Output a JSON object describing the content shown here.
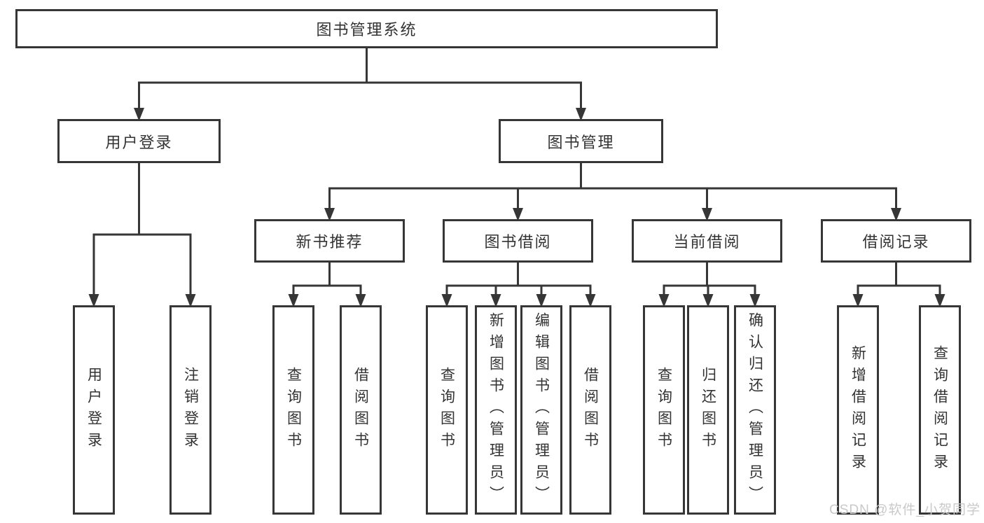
{
  "diagram": {
    "type": "hierarchy-tree",
    "title": "图书管理系统",
    "watermark": "CSDN @软件_小贺同学",
    "colors": {
      "line": "#363636",
      "box_border": "#363636",
      "text": "#333333",
      "background": "#ffffff",
      "watermark": "#c9c9c9"
    }
  },
  "nodes": [
    {
      "id": "root",
      "label": "图书管理系统",
      "parent": null,
      "orientation": "horizontal"
    },
    {
      "id": "user-login",
      "label": "用户登录",
      "parent": "root",
      "orientation": "horizontal"
    },
    {
      "id": "book-mgmt",
      "label": "图书管理",
      "parent": "root",
      "orientation": "horizontal"
    },
    {
      "id": "login",
      "label": "用户登录",
      "parent": "user-login",
      "orientation": "vertical"
    },
    {
      "id": "logout",
      "label": "注销登录",
      "parent": "user-login",
      "orientation": "vertical"
    },
    {
      "id": "new-book-rec",
      "label": "新书推荐",
      "parent": "book-mgmt",
      "orientation": "horizontal"
    },
    {
      "id": "book-borrow",
      "label": "图书借阅",
      "parent": "book-mgmt",
      "orientation": "horizontal"
    },
    {
      "id": "current-borrow",
      "label": "当前借阅",
      "parent": "book-mgmt",
      "orientation": "horizontal"
    },
    {
      "id": "borrow-records",
      "label": "借阅记录",
      "parent": "book-mgmt",
      "orientation": "horizontal"
    },
    {
      "id": "nbr-query",
      "label": "查询图书",
      "parent": "new-book-rec",
      "orientation": "vertical"
    },
    {
      "id": "nbr-borrow",
      "label": "借阅图书",
      "parent": "new-book-rec",
      "orientation": "vertical"
    },
    {
      "id": "bb-query",
      "label": "查询图书",
      "parent": "book-borrow",
      "orientation": "vertical"
    },
    {
      "id": "bb-add",
      "label": "新增图书（管理员）",
      "parent": "book-borrow",
      "orientation": "vertical"
    },
    {
      "id": "bb-edit",
      "label": "编辑图书（管理员）",
      "parent": "book-borrow",
      "orientation": "vertical"
    },
    {
      "id": "bb-borrow",
      "label": "借阅图书",
      "parent": "book-borrow",
      "orientation": "vertical"
    },
    {
      "id": "cb-query",
      "label": "查询图书",
      "parent": "current-borrow",
      "orientation": "vertical"
    },
    {
      "id": "cb-return",
      "label": "归还图书",
      "parent": "current-borrow",
      "orientation": "vertical"
    },
    {
      "id": "cb-confirm",
      "label": "确认归还（管理员）",
      "parent": "current-borrow",
      "orientation": "vertical"
    },
    {
      "id": "br-add",
      "label": "新增借阅记录",
      "parent": "borrow-records",
      "orientation": "vertical"
    },
    {
      "id": "br-query",
      "label": "查询借阅记录",
      "parent": "borrow-records",
      "orientation": "vertical"
    }
  ]
}
